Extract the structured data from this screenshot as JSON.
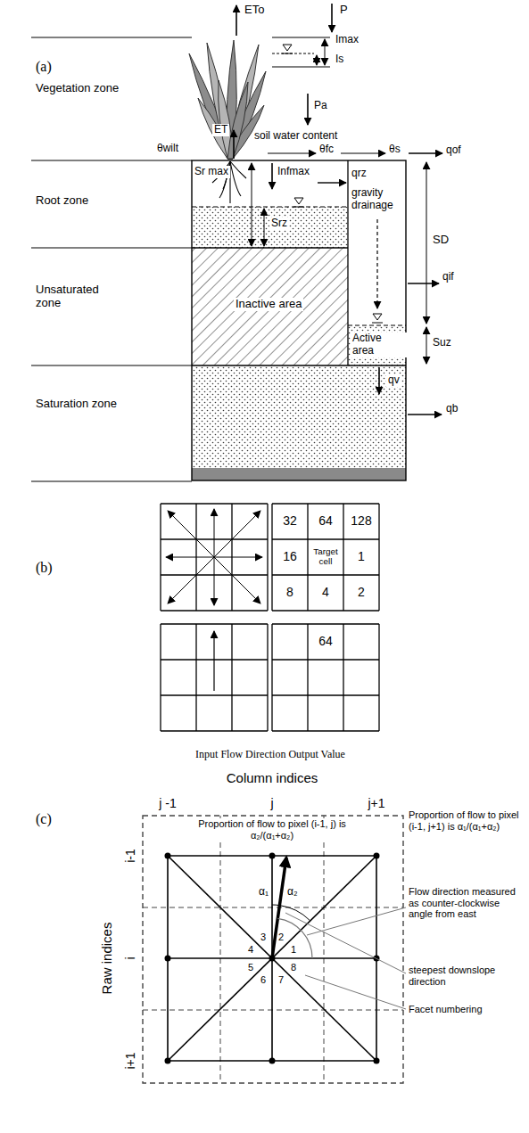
{
  "diagram": {
    "nodes": [
      {
        "text": [
          "32"
        ]
      },
      {
        "text": [
          "64"
        ]
      },
      {
        "text": [
          "128"
        ]
      },
      {
        "text": [
          "16"
        ]
      },
      {
        "text": [
          "Target cell"
        ]
      },
      {
        "text": [
          "1"
        ]
      },
      {
        "text": [
          "8"
        ]
      },
      {
        "text": [
          "4"
        ]
      },
      {
        "text": [
          "2"
        ]
      },
      {
        "text": [
          "64"
        ]
      }
    ],
    "labels": [
      "(a)",
      "ETo",
      "P",
      "Imax",
      "Is",
      "Vegetation zone",
      "Pa",
      "ET",
      "θwilt",
      "soil water content",
      "θfc",
      "θs",
      "qof",
      "Root zone",
      "Infmax",
      "qrz",
      "Sr max",
      "Srz",
      "gravity drainage",
      "SD",
      "qif",
      "Unsaturated zone",
      "Inactive area",
      "Active area",
      "Suz",
      "qv",
      "Saturation zone",
      "qb",
      "(b)",
      "Input Flow Direction Output Value",
      "Column indices",
      "(c)",
      "j -1",
      "j",
      "j+1",
      "Raw indices",
      "i-1",
      "i",
      "i+1",
      "Proportion of flow to pixel (i-1, j) is α₂/(α₁+α₂)",
      "Proportion of flow to pixel (i-1, j+1) is α₁/(α₁+α₂)",
      "α₁",
      "α₂",
      "1",
      "2",
      "3",
      "4",
      "5",
      "6",
      "7",
      "8",
      "Flow direction measured as counter-clockwise angle from east",
      "steepest downslope direction",
      "Facet numbering"
    ]
  }
}
